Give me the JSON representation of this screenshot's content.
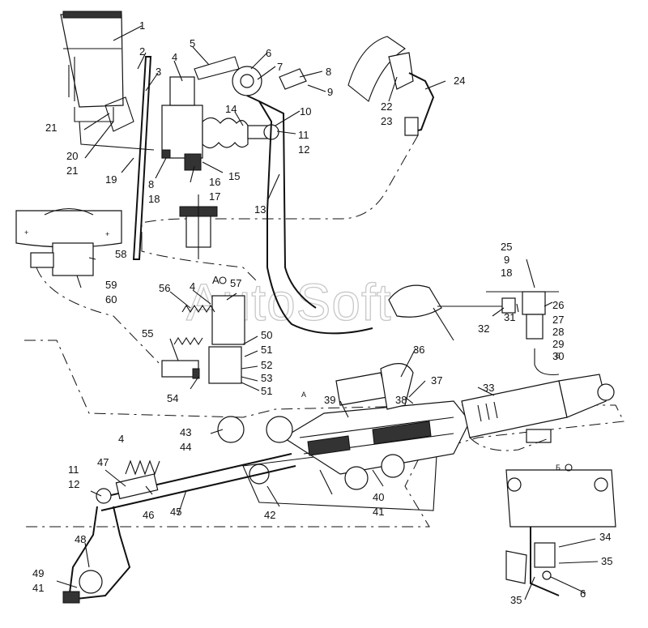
{
  "watermark": "AutoSoft",
  "view_markers": {
    "view_a_upper": "A",
    "view_a_lower": "A",
    "view_b_upper": "Б",
    "view_b_lower": "Б"
  },
  "callouts": [
    "1",
    "2",
    "3",
    "4",
    "5",
    "6",
    "7",
    "8",
    "9",
    "10",
    "11",
    "12",
    "13",
    "14",
    "15",
    "16",
    "17",
    "18",
    "19",
    "20",
    "21",
    "22",
    "23",
    "24",
    "25",
    "26",
    "27",
    "28",
    "29",
    "30",
    "31",
    "32",
    "33",
    "34",
    "35",
    "36",
    "37",
    "38",
    "39",
    "40",
    "41",
    "42",
    "43",
    "44",
    "45",
    "46",
    "47",
    "48",
    "49",
    "50",
    "51",
    "52",
    "53",
    "54",
    "55",
    "56",
    "57",
    "58",
    "59",
    "60"
  ]
}
